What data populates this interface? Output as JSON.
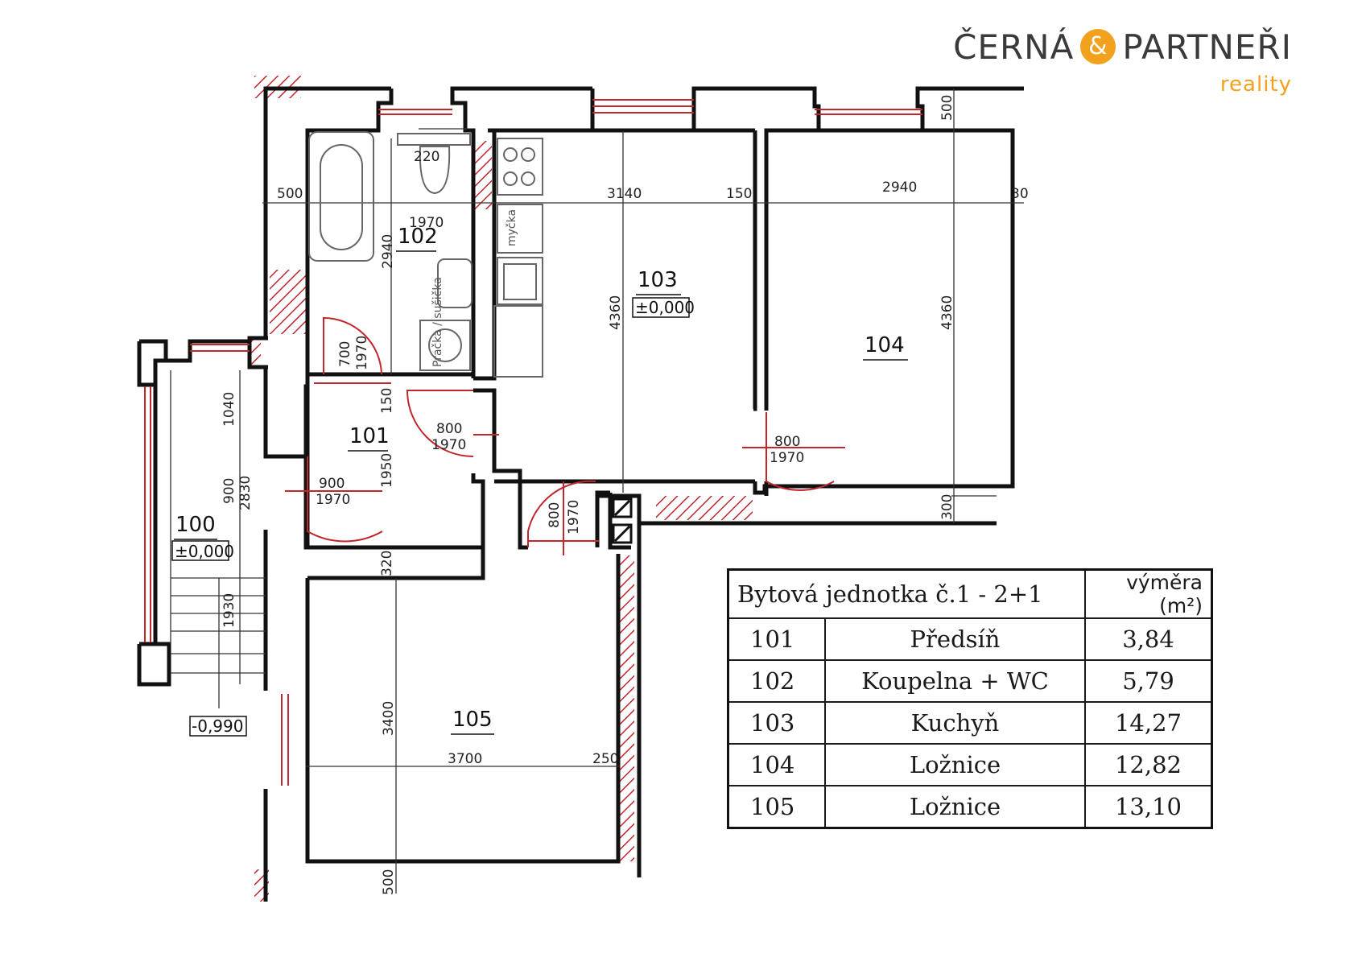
{
  "brand": {
    "name_left": "ČERNÁ",
    "ampersand": "&",
    "name_right": "PARTNEŘI",
    "subtitle": "reality",
    "accent_color": "#f2a11c",
    "text_color": "#3a3a3a"
  },
  "plan": {
    "wall_color": "#111111",
    "annotation_color": "#c0262c",
    "rooms": [
      {
        "number": "100",
        "level": "±0,000"
      },
      {
        "number": "101"
      },
      {
        "number": "102"
      },
      {
        "number": "103",
        "level": "±0,000"
      },
      {
        "number": "104"
      },
      {
        "number": "105"
      }
    ],
    "outside_level": "-0,990",
    "dimensions": {
      "d500_top": "500",
      "d220": "220",
      "d1970_102": "1970",
      "d2940_102": "2940",
      "d3140": "3140",
      "d150_top": "150",
      "d2940": "2940",
      "d30_edge": "30",
      "d500_right": "500",
      "d4360_103": "4360",
      "d4360_104": "4360",
      "d700": "700",
      "d1970_bath_door": "1970",
      "d150_101": "150",
      "d1040": "1040",
      "d800_kitchen_door": "800",
      "d1970_kitchen_door": "1970",
      "d800_bedroom_door": "800",
      "d1970_bedroom_door": "1970",
      "d1950": "1950",
      "d900": "900",
      "d1970_entry_door": "1970",
      "d900_terrace": "900",
      "d2830": "2830",
      "d800_hall_door": "800",
      "d1970_hall_door": "1970",
      "d300": "300",
      "d320": "320",
      "d1930": "1930",
      "d3400": "3400",
      "d3700": "3700",
      "d250": "250",
      "d500_bottom": "500"
    },
    "fixture_labels": {
      "dishwasher": "myčka",
      "washer": "Pračka / sušička"
    }
  },
  "table": {
    "title": "Bytová jednotka č.1 - 2+1",
    "unit_header": "výměra (m²)",
    "rows": [
      {
        "no": "101",
        "name": "Předsíň",
        "area": "3,84"
      },
      {
        "no": "102",
        "name": "Koupelna + WC",
        "area": "5,79"
      },
      {
        "no": "103",
        "name": "Kuchyň",
        "area": "14,27"
      },
      {
        "no": "104",
        "name": "Ložnice",
        "area": "12,82"
      },
      {
        "no": "105",
        "name": "Ložnice",
        "area": "13,10"
      }
    ]
  }
}
